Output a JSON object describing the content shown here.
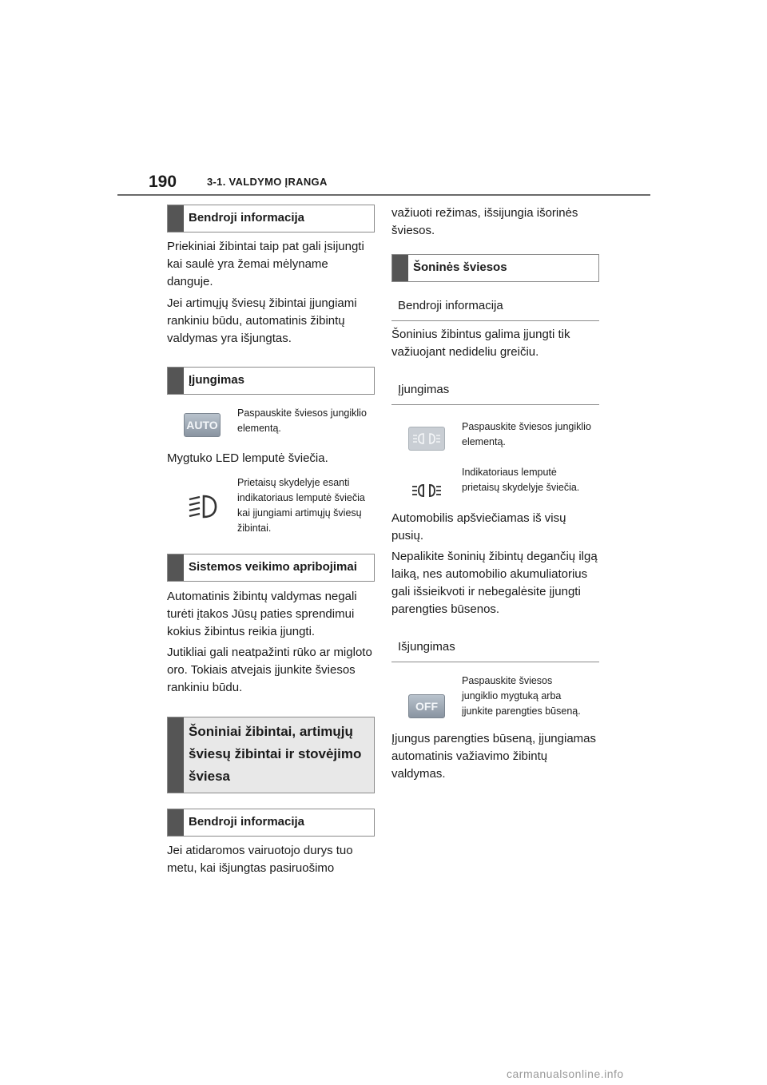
{
  "header": {
    "page_number": "190",
    "chapter": "3-1. VALDYMO ĮRANGA"
  },
  "left": {
    "h1": "Bendroji informacija",
    "p1": "Priekiniai žibintai taip pat gali įsijungti kai saulė yra žemai mėlyname danguje.",
    "p2": "Jei artimųjų šviesų žibintai įjungiami rankiniu būdu, automatinis žibintų valdymas yra išjungtas.",
    "h2": "Įjungimas",
    "auto_icon_label": "AUTO",
    "auto_caption": "Paspauskite šviesos jungiklio elementą.",
    "p3": "Mygtuko LED lemputė šviečia.",
    "indicator_caption": "Prietaisų skydelyje esanti indikatoriaus lemputė šviečia kai įjungiami artimųjų šviesų žibintai.",
    "h3": "Sistemos veikimo apribojimai",
    "p4": "Automatinis žibintų valdymas negali turėti įtakos Jūsų paties sprendimui kokius žibintus reikia įjungti.",
    "p5": "Jutikliai gali neatpažinti rūko ar migloto oro. Tokiais atvejais įjunkite šviesos rankiniu būdu.",
    "h4": "Šoniniai žibintai, artimųjų šviesų žibintai ir stovėjimo šviesa",
    "h5": "Bendroji informacija",
    "p6": "Jei atidaromos vairuotojo durys tuo metu, kai išjungtas pasiruošimo"
  },
  "right": {
    "p1": "važiuoti režimas, išsijungia išorinės šviesos.",
    "h1": "Šoninės šviesos",
    "sub1": "Bendroji informacija",
    "p2": "Šoninius žibintus galima įjungti tik važiuojant nedideliu greičiu.",
    "sub2": "Įjungimas",
    "side_caption": "Paspauskite šviesos jungiklio elementą.",
    "side_ind_caption": "Indikatoriaus lemputė prietaisų skydelyje šviečia.",
    "p3": "Automobilis apšviečiamas iš visų pusių.",
    "p4": "Nepalikite šoninių žibintų degančių ilgą laiką, nes automobilio akumuliatorius gali išsieikvoti ir nebegalėsite įjungti parengties būsenos.",
    "sub3": "Išjungimas",
    "off_icon_label": "OFF",
    "off_caption": "Paspauskite šviesos jungiklio mygtuką arba įjunkite parengties būseną.",
    "p5": "Įjungus parengties būseną, įjungiamas automatinis važiavimo žibintų valdymas."
  },
  "footer": {
    "watermark": "carmanualsonline.info"
  }
}
